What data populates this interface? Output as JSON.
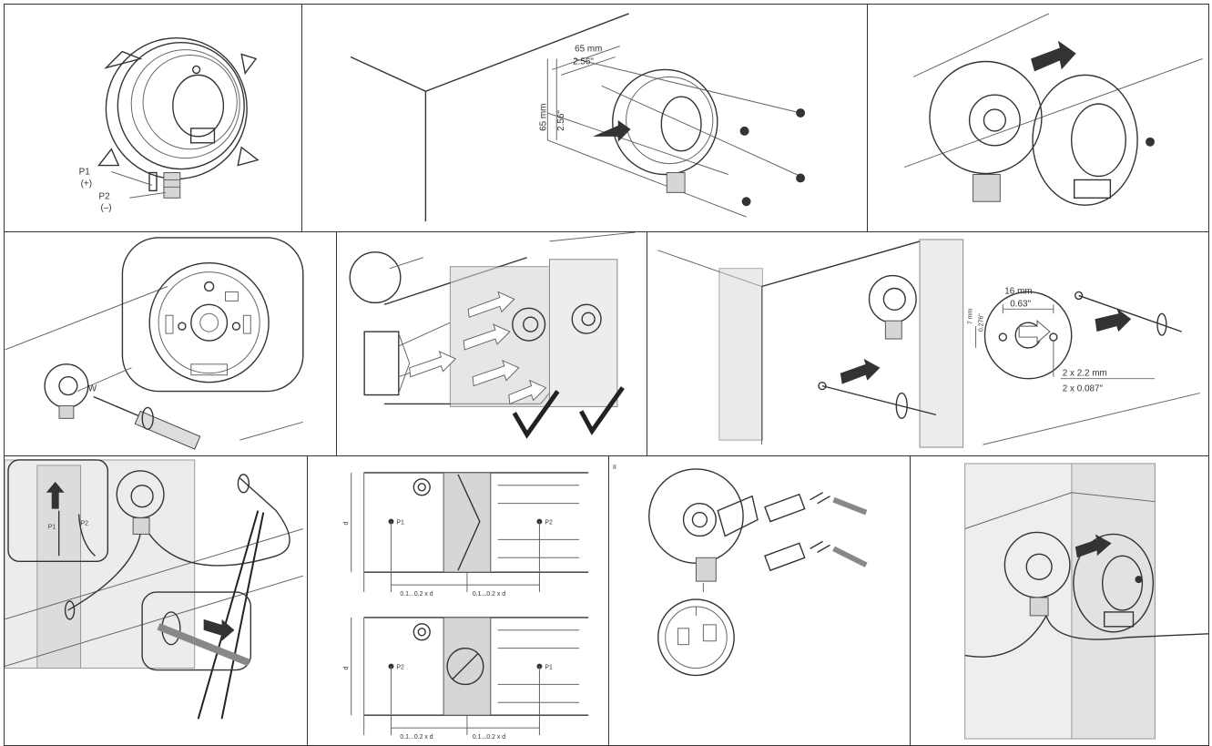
{
  "panel1": {
    "p1": "P1",
    "p1_sign": "(+)",
    "p2": "P2",
    "p2_sign": "(–)"
  },
  "panel2": {
    "dim_h_mm": "65 mm",
    "dim_h_in": "2.56\"",
    "dim_v_mm": "65 mm",
    "dim_v_in": "2.56\""
  },
  "panel4": {
    "tool_label": "W"
  },
  "panel6": {
    "dim_w_mm": "16 mm",
    "dim_w_in": "0.63\"",
    "dim_h_mm": "7 mm",
    "dim_h_in": "0.276\"",
    "hole_mm": "2 x 2.2 mm",
    "hole_in": "2 x 0.087\""
  },
  "panel7": {
    "p1": "P1",
    "p2": "P2"
  },
  "panel8": {
    "top": {
      "left": "P1",
      "right": "P2",
      "d": "d",
      "dim_left": "0.1...0.2 x d",
      "dim_right": "0.1...0.2 x d"
    },
    "bottom": {
      "left": "P2",
      "right": "P1",
      "d": "d",
      "dim_left": "0.1...0.2 x d",
      "dim_right": "0.1...0.2 x d"
    }
  },
  "panel9": {
    "marker": "II"
  },
  "colors": {
    "line": "#333333",
    "fill": "#d6d6d6"
  }
}
